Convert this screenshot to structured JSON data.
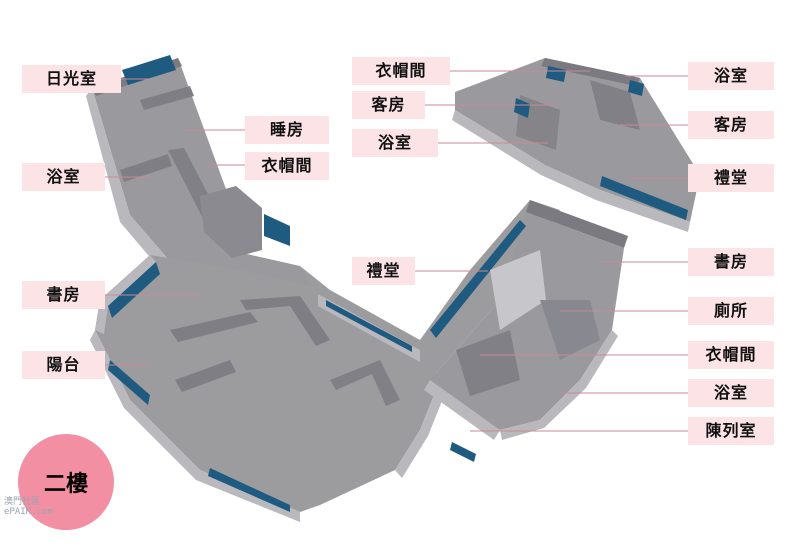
{
  "labels": {
    "sunroom": "日光室",
    "bedroom": "睡房",
    "wardrobe_left": "衣帽間",
    "bath_left": "浴室",
    "study_left": "書房",
    "balcony": "陽台",
    "wardrobe_top": "衣帽間",
    "guest_top": "客房",
    "bath_top_left": "浴室",
    "bath_top_right": "浴室",
    "guest_right": "客房",
    "chapel_right": "禮堂",
    "chapel_center": "禮堂",
    "study_right": "書房",
    "toilet": "廁所",
    "wardrobe_right": "衣帽間",
    "bath_right": "浴室",
    "display_room": "陳列室"
  },
  "floor_badge": "二樓",
  "watermark": {
    "line1": "澳門社區",
    "line2": "ePAIK.com"
  },
  "colors": {
    "label_bg": "#fbe3e6",
    "badge": "#f28fa3",
    "leader": "#c98a95",
    "floor": "#9a9a9e",
    "wall_top": "#7e7e84",
    "wall_front": "#b9b9bd",
    "window": "#1f5a80"
  }
}
